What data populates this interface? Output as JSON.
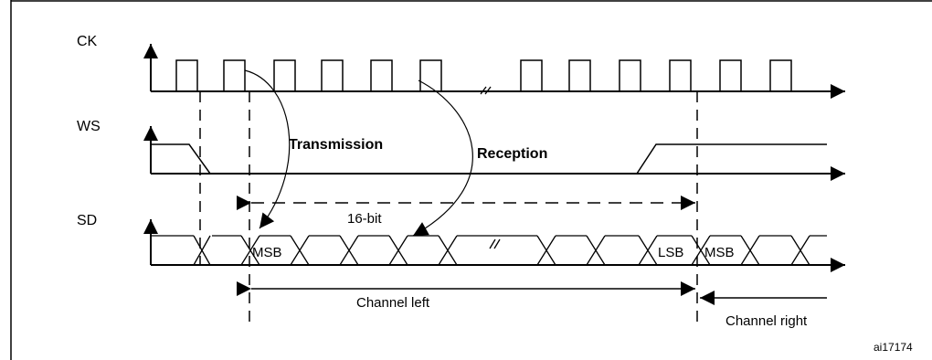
{
  "signals": {
    "ck": "CK",
    "ws": "WS",
    "sd": "SD"
  },
  "annotations": {
    "transmission": "Transmission",
    "reception": "Reception",
    "word_length": "16-bit",
    "channel_left": "Channel left",
    "channel_right": "Channel right"
  },
  "bits": {
    "msb": "MSB",
    "lsb": "LSB"
  },
  "figure_id": "ai17174",
  "colors": {
    "line": "#000000",
    "background": "#ffffff"
  }
}
